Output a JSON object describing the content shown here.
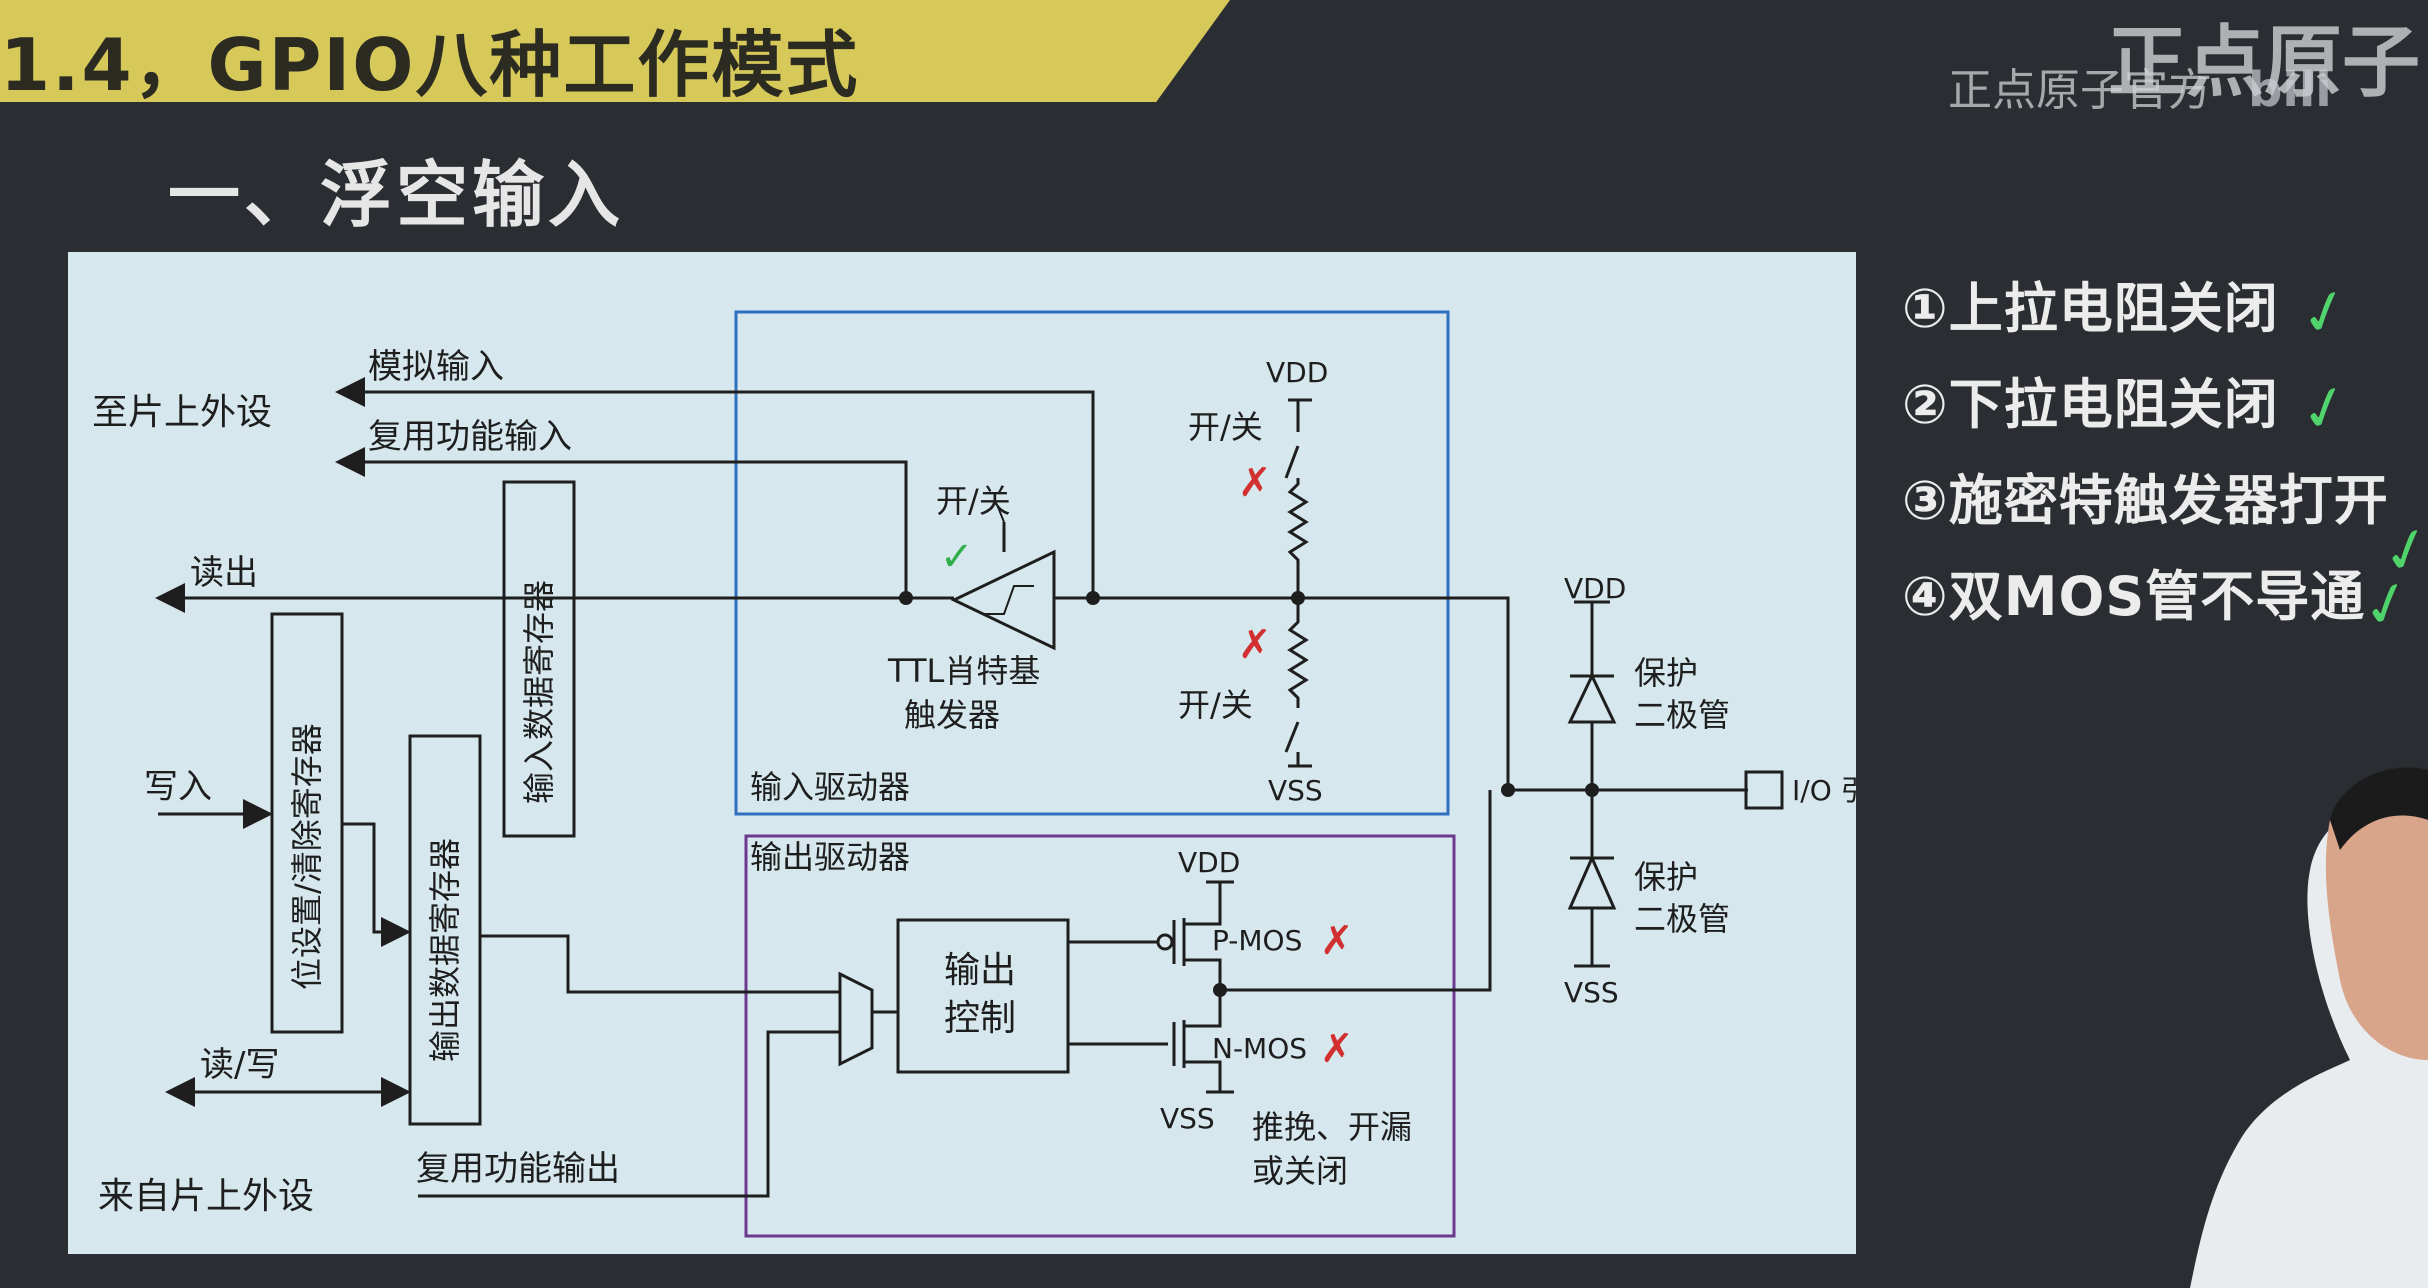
{
  "header": {
    "title": "1.4，GPIO八种工作模式",
    "brand_logo": "正点原子",
    "brand_sub": "正点原子官方",
    "brand_mark": "bili"
  },
  "subtitle": "一、浮空输入",
  "diagram": {
    "left_labels": {
      "on_chip_peripheral": "至片上外设",
      "analog_input": "模拟输入",
      "alt_func_input": "复用功能输入",
      "read_out": "读出",
      "write_in": "写入",
      "read_write": "读/写",
      "from_peripheral": "来自片上外设",
      "alt_func_output": "复用功能输出"
    },
    "registers": {
      "input_data": "输入数据寄存器",
      "bit_set_clear": "位设置/清除寄存器",
      "output_data": "输出数据寄存器"
    },
    "input_driver": {
      "label": "输入驱动器",
      "schmitt_switch": "开/关",
      "schmitt_check": "✓",
      "schmitt_label_1": "TTL肖特基",
      "schmitt_label_2": "触发器",
      "pullup_switch": "开/关",
      "pullup_mark": "✗",
      "pulldown_switch": "开/关",
      "pulldown_mark": "✗",
      "vdd": "VDD",
      "vss": "VSS"
    },
    "output_driver": {
      "label": "输出驱动器",
      "control_1": "输出",
      "control_2": "控制",
      "pmos": "P-MOS",
      "nmos": "N-MOS",
      "pmos_mark": "✗",
      "nmos_mark": "✗",
      "vdd": "VDD",
      "vss": "VSS",
      "mode_1": "推挽、开漏",
      "mode_2": "或关闭"
    },
    "protection": {
      "vdd": "VDD",
      "vss": "VSS",
      "diode_1a": "保护",
      "diode_1b": "二极管",
      "diode_2a": "保护",
      "diode_2b": "二极管",
      "io_pin": "I/O 引脚"
    }
  },
  "notes": {
    "items": [
      {
        "text": "①上拉电阻关闭",
        "mark": "✓"
      },
      {
        "text": "②下拉电阻关闭",
        "mark": "✓"
      },
      {
        "text": "③施密特触发器打开",
        "mark": "✓"
      },
      {
        "text": "④双MOS管不导通",
        "mark": "✓"
      }
    ]
  }
}
